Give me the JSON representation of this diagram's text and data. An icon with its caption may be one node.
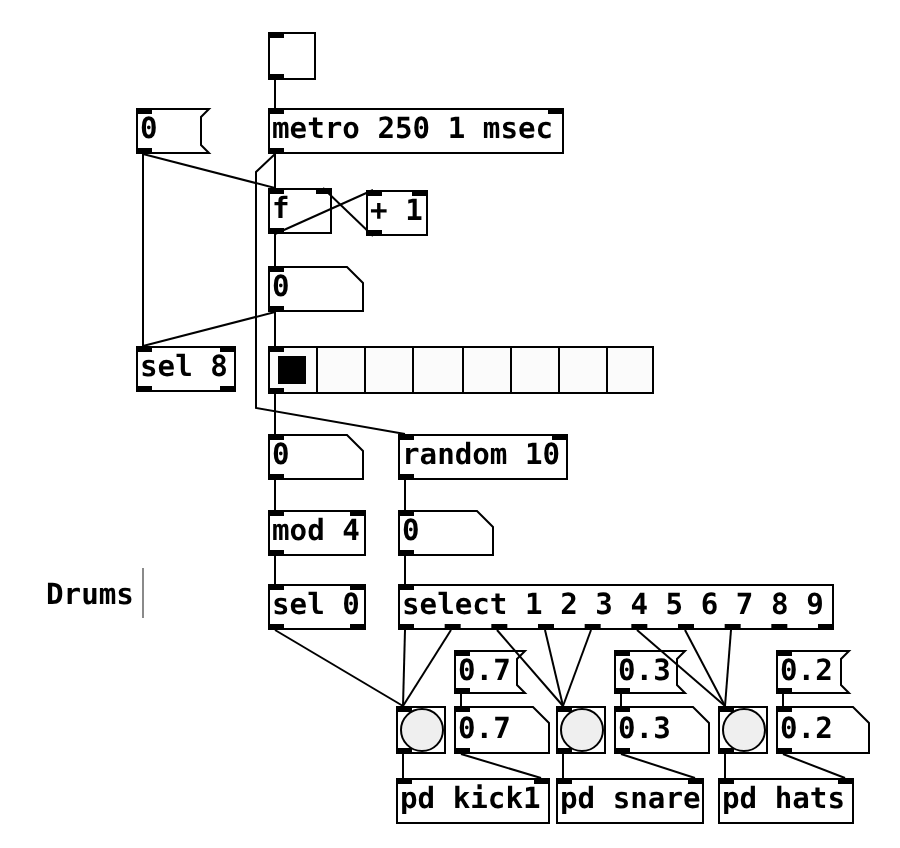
{
  "diagram": {
    "nodes": [
      {
        "text": [],
        "shape": "box"
      },
      {
        "text": [
          "0"
        ]
      },
      {
        "text": [
          "metro 250 1 msec"
        ]
      },
      {
        "text": [
          "f"
        ]
      },
      {
        "text": [
          "+ 1"
        ]
      },
      {
        "text": [
          "0"
        ]
      },
      {
        "text": [
          "sel 8"
        ]
      },
      {
        "text": [],
        "shape": "bar"
      },
      {
        "text": [
          "0"
        ]
      },
      {
        "text": [
          "random 10"
        ]
      },
      {
        "text": [
          "mod 4"
        ]
      },
      {
        "text": [
          "0"
        ]
      },
      {
        "text": [
          "sel 0"
        ]
      },
      {
        "text": [
          "select 1 2 3 4 5 6 7 8 9"
        ]
      },
      {
        "text": [
          "0.7"
        ]
      },
      {
        "text": [
          "0.3"
        ]
      },
      {
        "text": [
          "0.2"
        ]
      },
      {
        "text": [],
        "shape": "circle"
      },
      {
        "text": [
          "0.7"
        ]
      },
      {
        "text": [],
        "shape": "circle"
      },
      {
        "text": [
          "0.3"
        ]
      },
      {
        "text": [],
        "shape": "circle"
      },
      {
        "text": [
          "0.2"
        ]
      },
      {
        "text": [
          "pd kick1"
        ]
      },
      {
        "text": [
          "pd snare"
        ]
      },
      {
        "text": [
          "pd hats"
        ]
      }
    ],
    "edges": [
      {
        "from": 0,
        "to": 2,
        "arrow": "none"
      },
      {
        "from": 1,
        "to": 3,
        "arrow": "none"
      },
      {
        "from": 2,
        "to": 3,
        "arrow": "none"
      },
      {
        "from": 2,
        "to": 9,
        "arrow": "none"
      },
      {
        "from": 3,
        "to": 4,
        "arrow": "none"
      },
      {
        "from": 4,
        "to": 3,
        "arrow": "none"
      },
      {
        "from": 3,
        "to": 5,
        "arrow": "none"
      },
      {
        "from": 5,
        "to": 6,
        "arrow": "none"
      },
      {
        "from": 5,
        "to": 7,
        "arrow": "none"
      },
      {
        "from": 6,
        "to": 1,
        "arrow": "none"
      },
      {
        "from": 7,
        "to": 8,
        "arrow": "none"
      },
      {
        "from": 8,
        "to": 10,
        "arrow": "none"
      },
      {
        "from": 9,
        "to": 11,
        "arrow": "none"
      },
      {
        "from": 10,
        "to": 12,
        "arrow": "none"
      },
      {
        "from": 11,
        "to": 13,
        "arrow": "none"
      },
      {
        "from": 12,
        "to": 17,
        "arrow": "none"
      },
      {
        "from": 13,
        "to": 17,
        "arrow": "none"
      },
      {
        "from": 13,
        "to": 17,
        "arrow": "none"
      },
      {
        "from": 13,
        "to": 19,
        "arrow": "none"
      },
      {
        "from": 13,
        "to": 19,
        "arrow": "none"
      },
      {
        "from": 13,
        "to": 19,
        "arrow": "none"
      },
      {
        "from": 13,
        "to": 21,
        "arrow": "none"
      },
      {
        "from": 13,
        "to": 21,
        "arrow": "none"
      },
      {
        "from": 13,
        "to": 21,
        "arrow": "none"
      },
      {
        "from": 14,
        "to": 18,
        "arrow": "none"
      },
      {
        "from": 15,
        "to": 20,
        "arrow": "none"
      },
      {
        "from": 16,
        "to": 22,
        "arrow": "none"
      },
      {
        "from": 17,
        "to": 23,
        "arrow": "none"
      },
      {
        "from": 18,
        "to": 23,
        "arrow": "none"
      },
      {
        "from": 19,
        "to": 24,
        "arrow": "none"
      },
      {
        "from": 20,
        "to": 24,
        "arrow": "none"
      },
      {
        "from": 21,
        "to": 25,
        "arrow": "none"
      },
      {
        "from": 22,
        "to": 25,
        "arrow": "none"
      }
    ],
    "labels": [
      "Drums"
    ]
  }
}
